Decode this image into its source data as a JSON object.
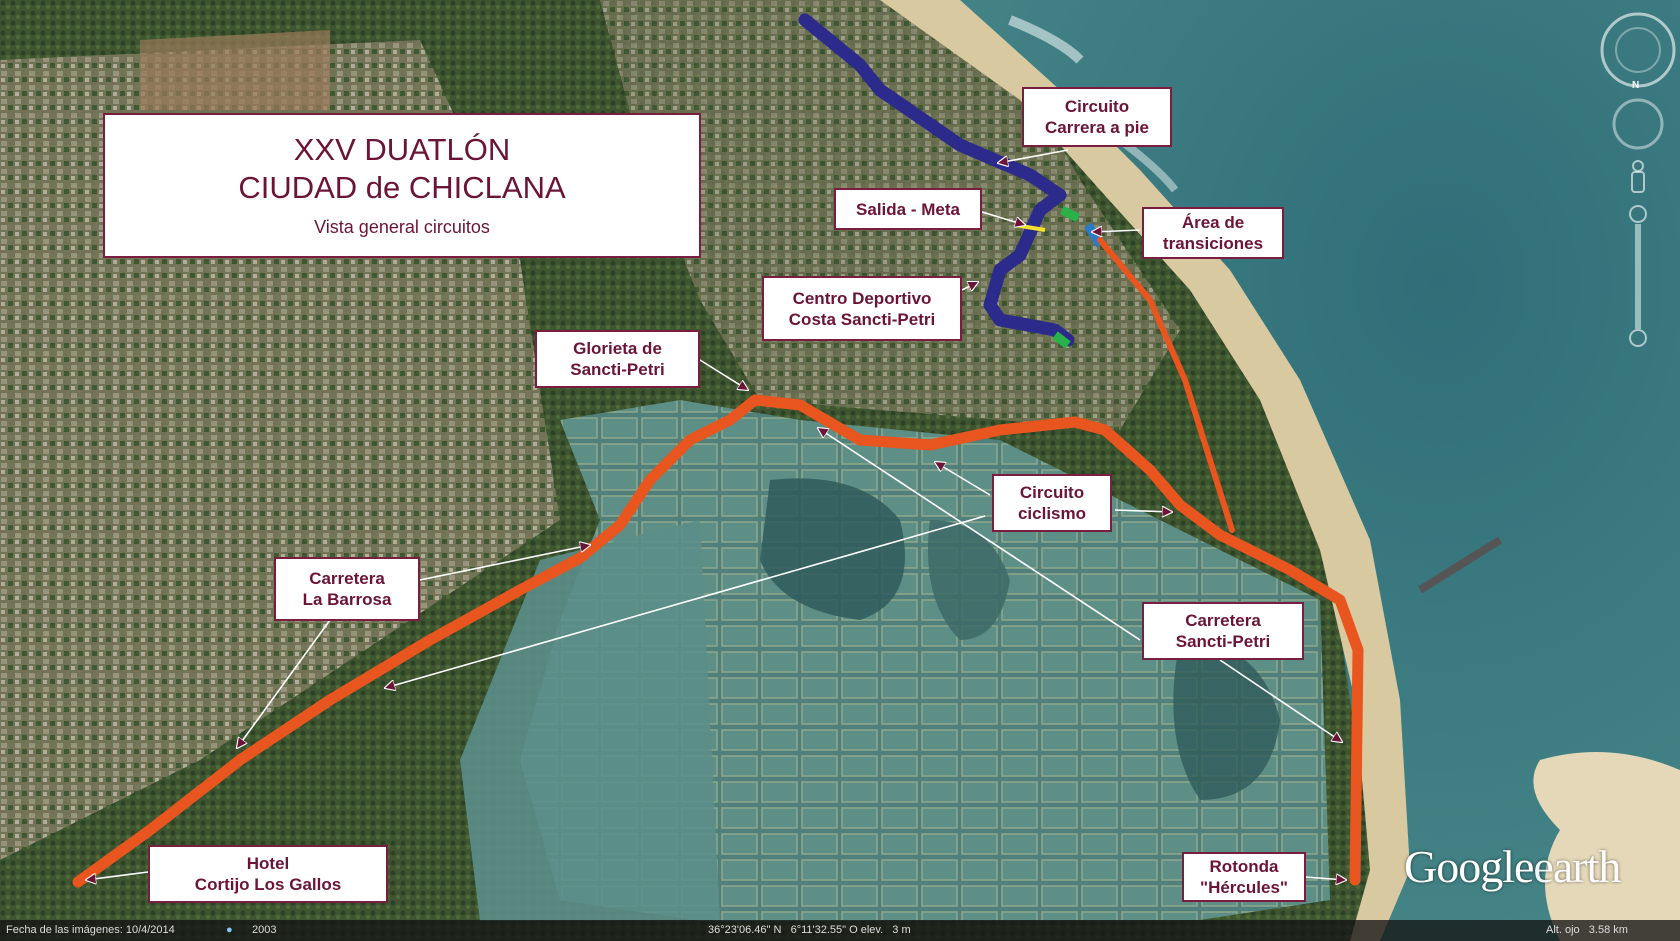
{
  "title": {
    "line1": "XXV DUATLÓN",
    "line2": "CIUDAD de CHICLANA",
    "subtitle": "Vista general circuitos"
  },
  "labels": {
    "circuito_pie": [
      "Circuito",
      "Carrera a pie"
    ],
    "salida_meta": [
      "Salida - Meta"
    ],
    "area_transiciones": [
      "Área de",
      "transiciones"
    ],
    "centro_deportivo": [
      "Centro Deportivo",
      "Costa Sancti-Petri"
    ],
    "glorieta": [
      "Glorieta de",
      "Sancti-Petri"
    ],
    "circuito_ciclismo": [
      "Circuito",
      "ciclismo"
    ],
    "carretera_barrosa": [
      "Carretera",
      "La Barrosa"
    ],
    "carretera_sancti": [
      "Carretera",
      "Sancti-Petri"
    ],
    "hotel": [
      "Hotel",
      "Cortijo Los Gallos"
    ],
    "rotonda": [
      "Rotonda",
      "\"Hércules\""
    ]
  },
  "colors": {
    "cycling_route": "#e8551e",
    "running_route": "#2c2a8a",
    "label_border": "#7a1e3f",
    "label_text": "#6b1437",
    "sea": "#3f7f86",
    "salt_flats": "#4f7d72",
    "land": "#556b3c"
  },
  "statusbar": {
    "image_date": "Fecha de las imágenes: 10/4/2014",
    "year": "2003",
    "coordinates": "36°23'06.46\" N   6°11'32.55\" O elev.   3 m",
    "eye_alt": "Alt. ojo   3.58 km"
  },
  "logo": {
    "google": "Google",
    "earth": "earth"
  },
  "compass": {
    "north": "N"
  }
}
